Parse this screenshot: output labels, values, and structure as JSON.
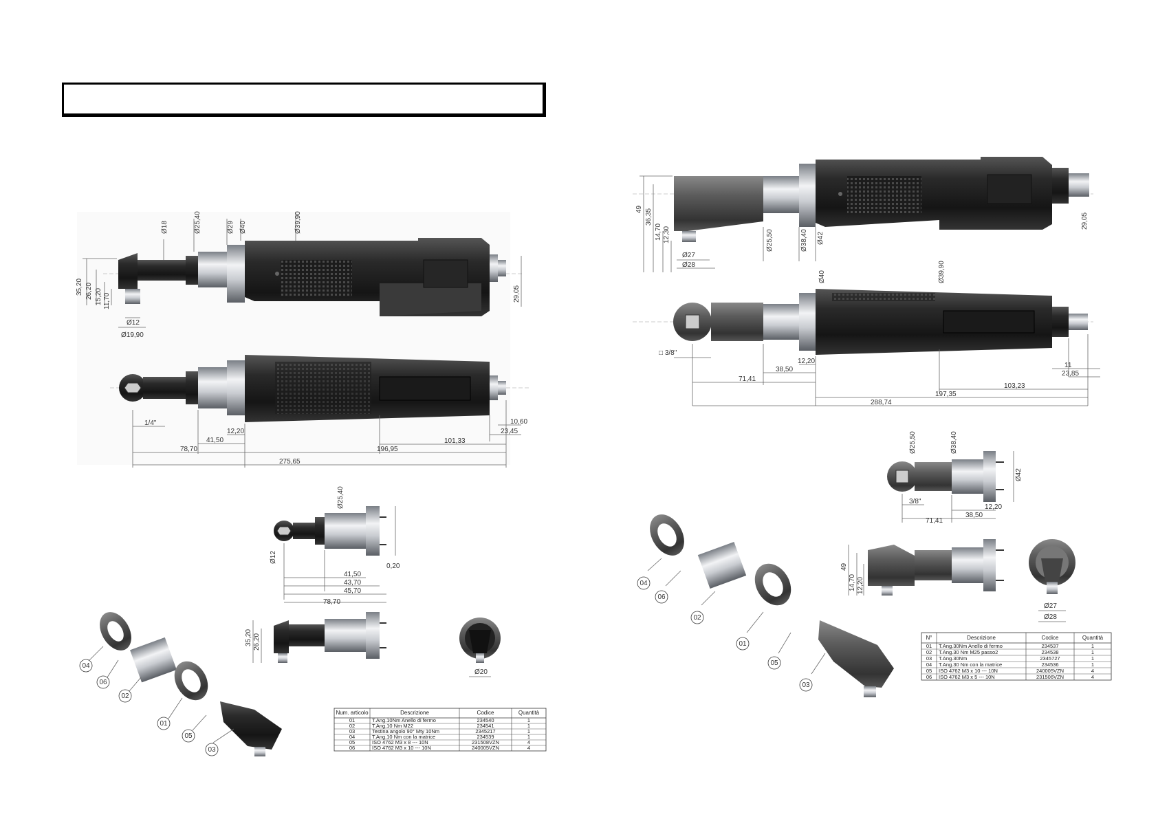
{
  "title_box": {
    "text": ""
  },
  "left_tool": {
    "top_view_dims": {
      "d18": "Ø18",
      "d25_40": "Ø25,40",
      "d29": "Ø29",
      "d40": "Ø40",
      "d39_90": "Ø39,90",
      "h35_20": "35,20",
      "h26_20": "26,20",
      "h15_20": "15,20",
      "h11_70": "11,70",
      "d12": "Ø12",
      "d19_90": "Ø19,90",
      "r29_05": "29,05"
    },
    "side_view_dims": {
      "hex": "1/4\"",
      "l12_20": "12,20",
      "l41_50": "41,50",
      "l78_70": "78,70",
      "l196_95": "196,95",
      "l101_33": "101,33",
      "l10_60": "10,60",
      "l23_45": "23,45",
      "l275_65": "275,65"
    },
    "detail_dims": {
      "a": "Ø12",
      "b": "Ø25,40",
      "c": "41,50",
      "d": "43,70",
      "e": "45,70",
      "f": "78,70",
      "g": "Ø20",
      "h": "35,20",
      "i": "26,20",
      "j": "0,20"
    },
    "callouts": [
      "04",
      "06",
      "02",
      "01",
      "05",
      "03"
    ],
    "table": {
      "headers": [
        "Num. articolo",
        "Descrizione",
        "Codice",
        "Quantità"
      ],
      "rows": [
        [
          "01",
          "T.Ang.10Nm Anello di fermo",
          "234540",
          "1"
        ],
        [
          "02",
          "T.Ang.10 Nm M22",
          "234541",
          "1"
        ],
        [
          "03",
          "Testina angolo 90° Mty 10Nm",
          "2345217",
          "1"
        ],
        [
          "04",
          "T.Ang.10 Nm con la matrice",
          "234539",
          "1"
        ],
        [
          "05",
          "ISO 4762 M3 x 8 --- 10N",
          "231508VZN",
          "4"
        ],
        [
          "06",
          "ISO 4762 M3 x 10 --- 10N",
          "240005VZN",
          "4"
        ]
      ]
    }
  },
  "right_tool": {
    "top_view_dims": {
      "h49": "49",
      "h36_35": "36,35",
      "h14_70": "14,70",
      "h12_30": "12,30",
      "d25_50": "Ø25,50",
      "d38_40": "Ø38,40",
      "d42": "Ø42",
      "d27": "Ø27",
      "d28": "Ø28",
      "r29_05": "29,05"
    },
    "side_view_dims": {
      "sq": "□ 3/8\"",
      "l12_20": "12,20",
      "l38_50": "38,50",
      "l71_41": "71,41",
      "l197_35": "197,35",
      "l103_23": "103,23",
      "l11": "11",
      "l23_85": "23,85",
      "l288_74": "288,74",
      "d39_90": "Ø39,90",
      "d40": "Ø40"
    },
    "detail_dims": {
      "a": "Ø25,50",
      "b": "Ø38,40",
      "c": "3/8\"",
      "d": "71,41",
      "e": "38,50",
      "f": "12,20",
      "g": "Ø42",
      "h": "49",
      "i": "14,70",
      "j": "12,20",
      "k": "Ø27",
      "l": "Ø28"
    },
    "callouts": [
      "04",
      "06",
      "02",
      "01",
      "05",
      "03"
    ],
    "table": {
      "headers": [
        "N°",
        "Descrizione",
        "Codice",
        "Quantità"
      ],
      "rows": [
        [
          "01",
          "T.Ang.30Nm Anello di fermo",
          "234537",
          "1"
        ],
        [
          "02",
          "T.Ang.30 Nm M25 passo2",
          "234538",
          "1"
        ],
        [
          "03",
          "T.Ang.30Nm",
          "2345727",
          "1"
        ],
        [
          "04",
          "T.Ang.30 Nm con la matrice",
          "234536",
          "1"
        ],
        [
          "05",
          "ISO 4762 M3 x 10 --- 10N",
          "240005VZN",
          "4"
        ],
        [
          "06",
          "ISO 4762 M3 x 5 --- 10N",
          "231506VZN",
          "4"
        ]
      ]
    }
  }
}
